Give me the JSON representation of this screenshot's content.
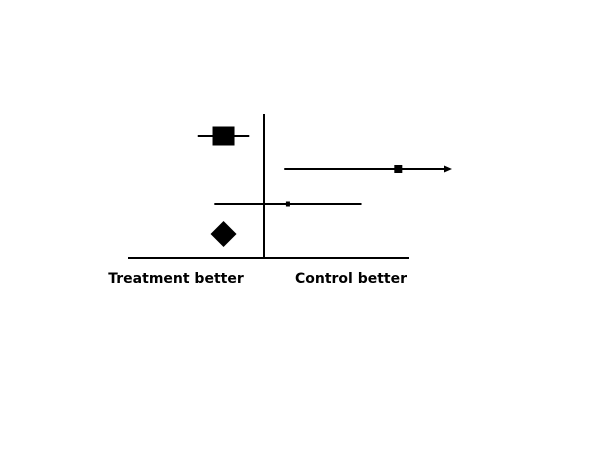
{
  "chart_data": {
    "type": "forest",
    "title": "",
    "xlabel": "",
    "ylabel": "",
    "left_label": "Treatment better",
    "right_label": "Control better",
    "null_value": 0,
    "xlim": [
      -1.0,
      1.0
    ],
    "grid": false,
    "studies": [
      {
        "estimate": -0.22,
        "lower": -0.36,
        "upper": -0.08,
        "weight": "large",
        "ci_extends_beyond_upper": false
      },
      {
        "estimate": 0.73,
        "lower": 0.11,
        "upper": 1.0,
        "weight": "small",
        "ci_extends_beyond_upper": true
      },
      {
        "estimate": 0.13,
        "lower": -0.27,
        "upper": 0.53,
        "weight": "tiny",
        "ci_extends_beyond_upper": false
      }
    ],
    "pooled": {
      "estimate": -0.22,
      "marker": "diamond"
    }
  }
}
